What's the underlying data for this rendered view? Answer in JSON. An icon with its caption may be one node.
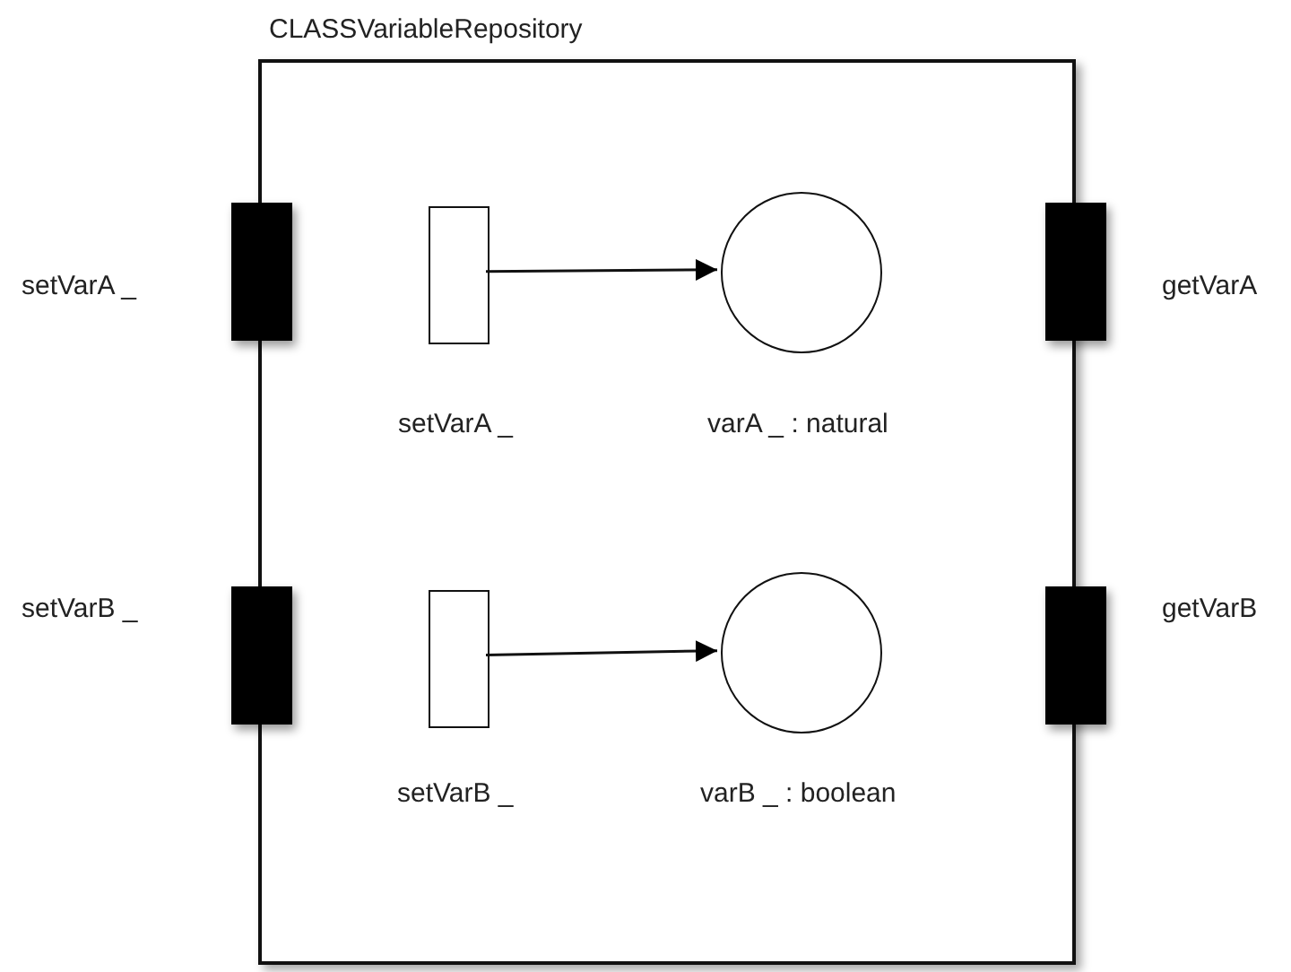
{
  "diagram": {
    "nodes": [
      {
        "text": [
          "CLASSVariableRepository"
        ]
      },
      {
        "text": [],
        "shape": "bar",
        "beside": [
          "setVarA _"
        ]
      },
      {
        "text": [],
        "shape": "box",
        "beside": [
          "setVarA _"
        ],
        "in": 0
      },
      {
        "text": [],
        "shape": "circle",
        "beside": [
          "varA _ : natural"
        ],
        "in": 0
      },
      {
        "text": [],
        "shape": "bar",
        "beside": [
          "getVarA"
        ]
      },
      {
        "text": [],
        "shape": "bar",
        "beside": [
          "setVarB _"
        ]
      },
      {
        "text": [],
        "shape": "box",
        "beside": [
          "setVarB _"
        ],
        "in": 0
      },
      {
        "text": [],
        "shape": "circle",
        "beside": [
          "varB _ : boolean"
        ],
        "in": 0
      },
      {
        "text": [],
        "shape": "bar",
        "beside": [
          "getVarB"
        ]
      }
    ],
    "edges": [
      {
        "from": 2,
        "to": 3,
        "arrow": "to"
      },
      {
        "from": 6,
        "to": 7,
        "arrow": "to"
      }
    ]
  }
}
